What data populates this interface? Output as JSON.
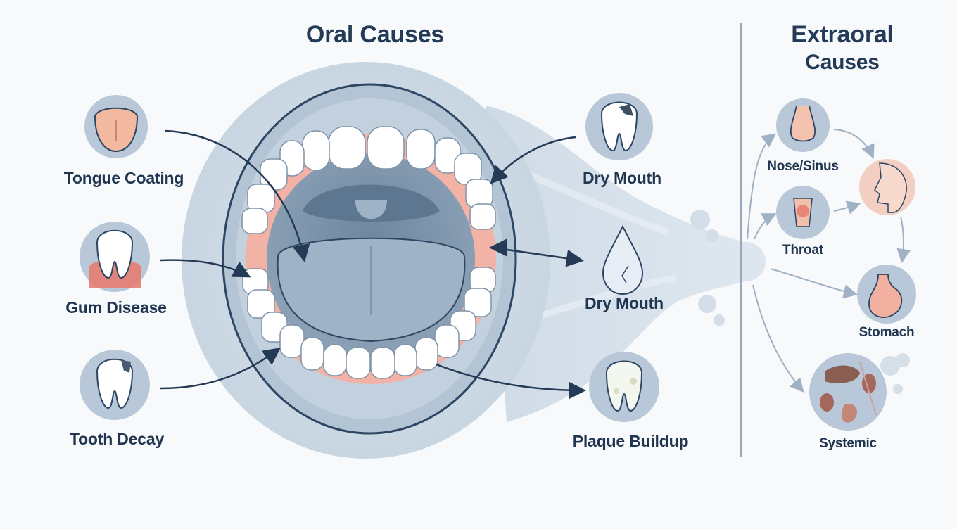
{
  "titles": {
    "oral": "Oral Causes",
    "extraoral_line1": "Extraoral",
    "extraoral_line2": "Causes"
  },
  "oral_causes": {
    "tongue_coating": "Tongue Coating",
    "gum_disease": "Gum Disease",
    "tooth_decay": "Tooth Decay",
    "dry_mouth_top": "Dry Mouth",
    "dry_mouth_middle": "Dry Mouth",
    "plaque_buildup": "Plaque Buildup"
  },
  "extraoral_causes": {
    "nose_sinus": "Nose/Sinus",
    "throat": "Throat",
    "stomach": "Stomach",
    "systemic": "Systemic"
  },
  "colors": {
    "background": "#f7f9fb",
    "text": "#1f3550",
    "mouth_outer": "#cdd9e5",
    "lips": "#a9bccf",
    "gums": "#f2b2a6",
    "teeth": "#ffffff",
    "tongue": "#9fb3c6",
    "icon_circle": "#b8c8d8",
    "arrow_dark": "#243a55",
    "arrow_light": "#9fb1c3"
  },
  "icons": [
    "tongue-icon",
    "gum-disease-tooth-icon",
    "decayed-tooth-icon",
    "cracked-tooth-icon",
    "water-drop-icon",
    "plaque-tooth-icon",
    "nose-icon",
    "throat-icon",
    "head-profile-icon",
    "stomach-icon",
    "organs-icon"
  ]
}
